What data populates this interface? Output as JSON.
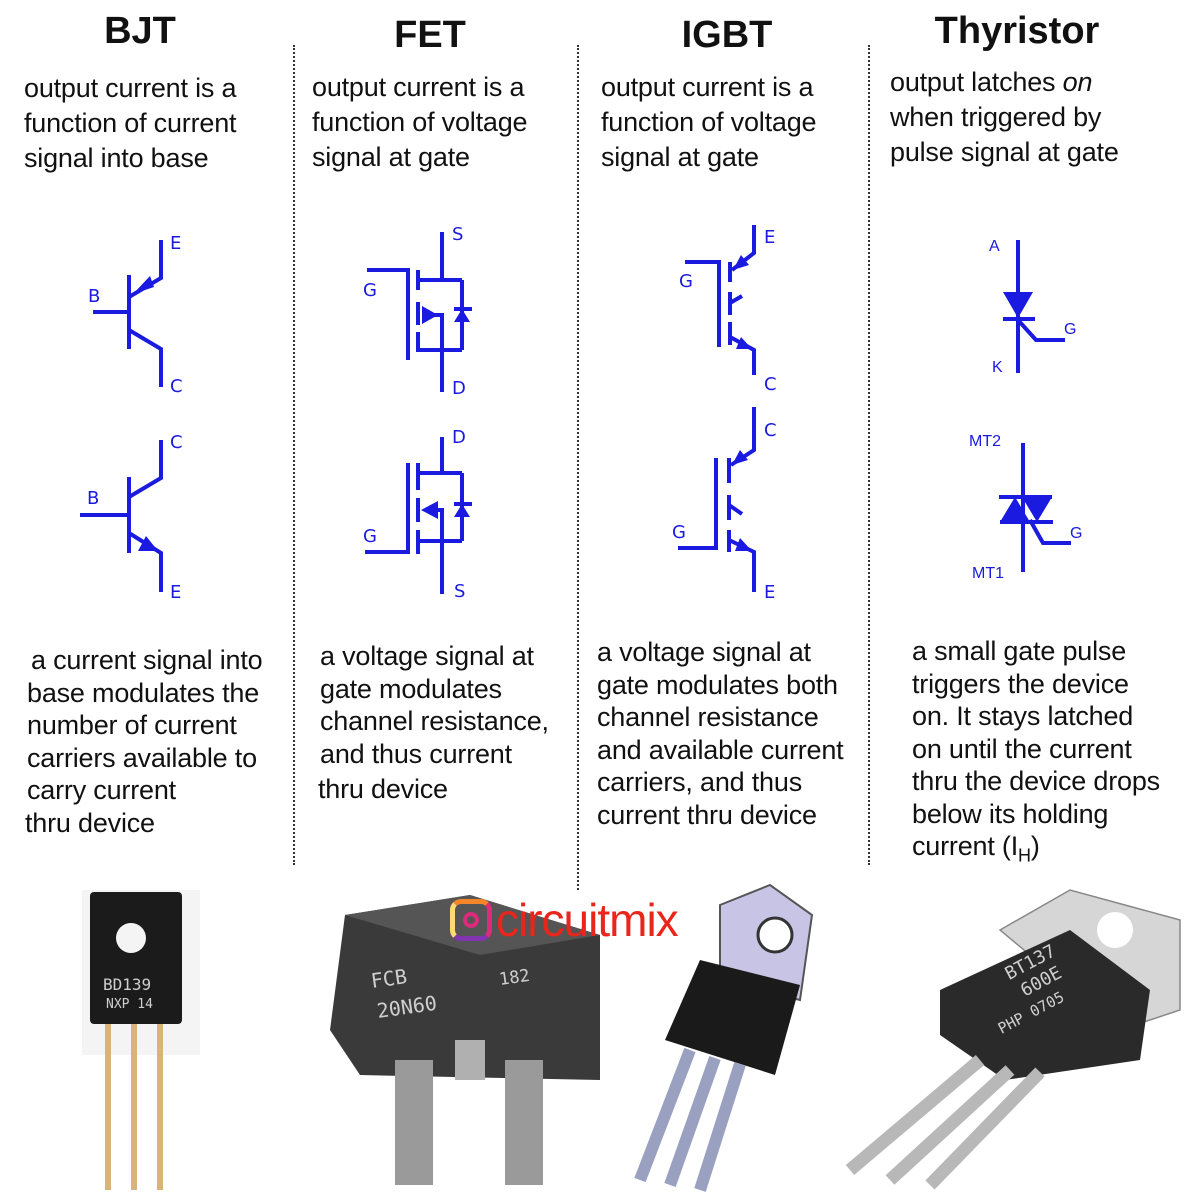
{
  "columns": [
    {
      "title": "BJT",
      "summary_lines": [
        "output current is a",
        "function of current",
        "signal into base"
      ],
      "symbols": [
        {
          "type": "PNP",
          "labels": {
            "base": "B",
            "emitter": "E",
            "collector": "C"
          }
        },
        {
          "type": "NPN",
          "labels": {
            "base": "B",
            "collector": "C",
            "emitter": "E"
          }
        }
      ],
      "explanation_lines": [
        "a current signal into",
        "base modulates the",
        "number of current",
        "carriers available to",
        "carry current",
        "thru device"
      ],
      "photo": {
        "part_marking": [
          "BD139",
          "NXP 14"
        ]
      }
    },
    {
      "title": "FET",
      "summary_lines": [
        "output current is a",
        "function of voltage",
        "signal at gate"
      ],
      "symbols": [
        {
          "type": "P-channel MOSFET",
          "labels": {
            "gate": "G",
            "source": "S",
            "drain": "D"
          }
        },
        {
          "type": "N-channel MOSFET",
          "labels": {
            "gate": "G",
            "drain": "D",
            "source": "S"
          }
        }
      ],
      "explanation_lines": [
        "a voltage signal at",
        "gate modulates",
        "channel resistance,",
        "and thus current",
        "thru device"
      ],
      "photo": {
        "part_marking": [
          "182",
          "FCB",
          "20N60"
        ]
      }
    },
    {
      "title": "IGBT",
      "summary_lines": [
        "output current is a",
        "function of voltage",
        "signal at gate"
      ],
      "symbols": [
        {
          "type": "P-type IGBT",
          "labels": {
            "gate": "G",
            "emitter": "E",
            "collector": "C"
          }
        },
        {
          "type": "N-type IGBT",
          "labels": {
            "gate": "G",
            "collector": "C",
            "emitter": "E"
          }
        }
      ],
      "explanation_lines": [
        "a voltage signal at",
        "gate modulates both",
        "channel resistance",
        "and available current",
        "carriers, and thus",
        "current thru device"
      ],
      "photo": {
        "part_marking": []
      }
    },
    {
      "title": "Thyristor",
      "summary_lines": [
        "output latches ",
        "on",
        "when triggered by",
        "pulse signal at gate"
      ],
      "symbols": [
        {
          "type": "SCR",
          "labels": {
            "anode": "A",
            "cathode": "K",
            "gate": "G"
          }
        },
        {
          "type": "TRIAC",
          "labels": {
            "mt2": "MT2",
            "mt1": "MT1",
            "gate": "G"
          }
        }
      ],
      "explanation_lines": [
        "a small gate pulse",
        "triggers the device",
        "on.  It stays latched",
        "on until the current",
        "thru the device drops",
        "below its holding",
        "current (I",
        "H",
        ")"
      ],
      "photo": {
        "part_marking": [
          "BT137",
          "600E",
          "PHP  0705"
        ]
      }
    }
  ],
  "watermark": {
    "handle": "circuitmix",
    "icon": "instagram-icon",
    "color": "#e8261c"
  },
  "colors": {
    "symbol": "#1a1ae0",
    "text": "#111111"
  }
}
